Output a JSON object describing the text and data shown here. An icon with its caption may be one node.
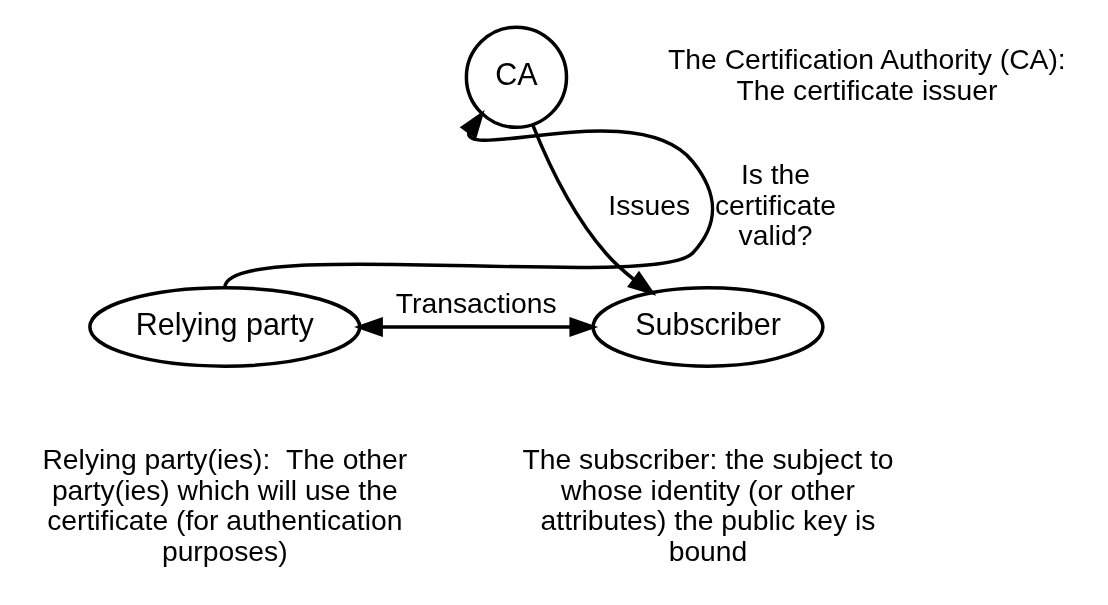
{
  "diagram": {
    "nodes": [
      {
        "text": [
          "CA"
        ],
        "beside": [
          "The Certification Authority (CA): The certificate issuer"
        ]
      },
      {
        "text": [
          "Relying party"
        ],
        "beside": [
          "Relying party(ies):  The other party(ies) which will use the certificate (for authentication purposes)"
        ]
      },
      {
        "text": [
          "Subscriber"
        ],
        "beside": [
          "The subscriber: the subject to whose identity (or other attributes) the public key is bound"
        ]
      }
    ],
    "edges": [
      {
        "from": 1,
        "to": 0,
        "arrow": "to",
        "label": "Is the certificate valid?"
      },
      {
        "from": 0,
        "to": 2,
        "arrow": "to",
        "label": "Issues"
      },
      {
        "from": 1,
        "to": 2,
        "arrow": "both",
        "label": "Transactions"
      }
    ]
  }
}
